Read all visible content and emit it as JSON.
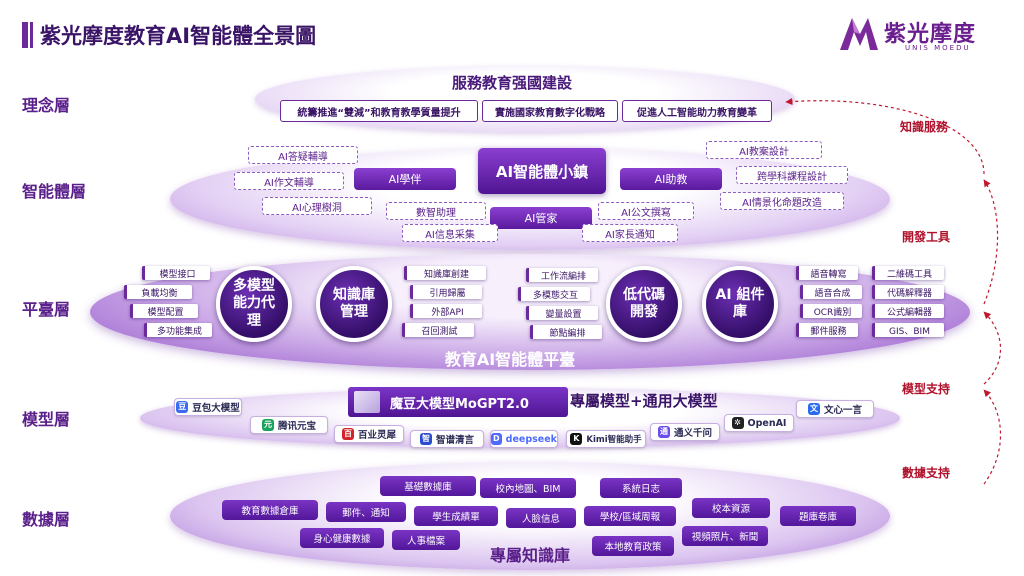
{
  "page": {
    "title": "紫光摩度教育AI智能體全景圖"
  },
  "logo": {
    "name": "紫光摩度",
    "subtitle": "UNIS MOEDU",
    "accent": "#6b1f8f"
  },
  "layers": [
    {
      "label": "理念層"
    },
    {
      "label": "智能體層"
    },
    {
      "label": "平臺層"
    },
    {
      "label": "模型層"
    },
    {
      "label": "數據層"
    }
  ],
  "concept": {
    "heading": "服務教育强國建設",
    "items": [
      "統籌推進“雙減”和教育教學質量提升",
      "實施國家教育數字化戰略",
      "促進人工智能助力教育變革"
    ]
  },
  "agent": {
    "center": "AI智能體小鎮",
    "solid": [
      "AI學伴",
      "AI助教",
      "AI管家"
    ],
    "left_dashed": [
      "AI答疑輔導",
      "AI作文輔導",
      "AI心理樹洞"
    ],
    "right_dashed": [
      "AI教案設計",
      "跨學科課程設計",
      "AI情景化命題改造"
    ],
    "bottom_dashed": [
      "數智助理",
      "AI公文撰寫",
      "AI信息采集",
      "AI家長通知"
    ]
  },
  "platform": {
    "heading": "教育AI智能體平臺",
    "circles": [
      "多模型 能力代理",
      "知識庫 管理",
      "低代碼 開發",
      "AI 組件庫"
    ],
    "group1": [
      "模型接口",
      "負載均衡",
      "模型配置",
      "多功能集成"
    ],
    "group2": [
      "知識庫創建",
      "引用歸屬",
      "外部API",
      "召回測試"
    ],
    "group3": [
      "工作流編排",
      "多模態交互",
      "變量設置",
      "節點編排"
    ],
    "group4": [
      "語音轉寫",
      "語音合成",
      "OCR識別",
      "郵件服務"
    ],
    "group5": [
      "二維碼工具",
      "代碼解釋器",
      "公式編輯器",
      "GIS、BIM"
    ]
  },
  "model": {
    "mogpt": "魔豆大模型MoGPT2.0",
    "heading": "專屬模型+通用大模型",
    "providers": [
      {
        "name": "豆包大模型",
        "color": "#3a6cf0"
      },
      {
        "name": "腾讯元宝",
        "color": "#1aa35c"
      },
      {
        "name": "百业灵犀",
        "color": "#d2222a"
      },
      {
        "name": "智谱清言",
        "color": "#2a4cd0"
      },
      {
        "name": "deepseek",
        "color": "#4d6bfe"
      },
      {
        "name": "Kimi智能助手",
        "color": "#111111"
      },
      {
        "name": "通义千问",
        "color": "#6a4cf0"
      },
      {
        "name": "OpenAI",
        "color": "#222222"
      },
      {
        "name": "文心一言",
        "color": "#2a6cf0"
      }
    ]
  },
  "data": {
    "heading": "專屬知識庫",
    "items": [
      "基礎數據庫",
      "校內地圖、BIM",
      "系統日志",
      "教育數據倉庫",
      "郵件、通知",
      "學生成績單",
      "人臉信息",
      "學校/區域周報",
      "校本資源",
      "題庫卷庫",
      "身心健康數據",
      "人事檔案",
      "本地教育政策",
      "視頻照片、新聞"
    ]
  },
  "flows": [
    {
      "label": "知識服務"
    },
    {
      "label": "開發工具"
    },
    {
      "label": "模型支持"
    },
    {
      "label": "數據支持"
    }
  ],
  "colors": {
    "primary": "#6b2a9a",
    "arrow": "#c0182e",
    "dark": "#3a1466"
  }
}
